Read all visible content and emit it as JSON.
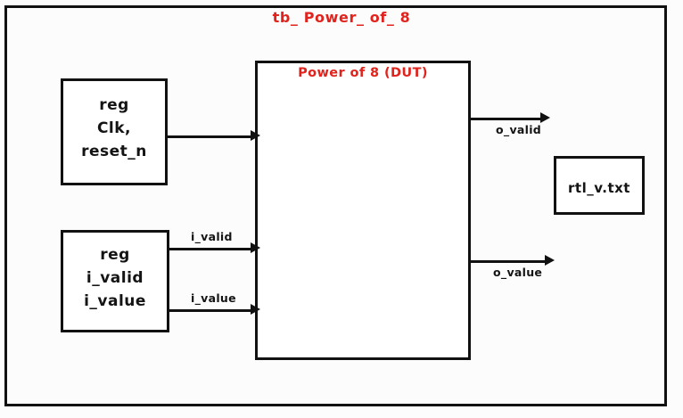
{
  "diagram": {
    "title": "tb_ Power_ of_ 8",
    "accent_color": "#e0231c",
    "ink_color": "#141414",
    "dut": {
      "title": "Power of 8 (DUT)"
    },
    "blocks": [
      {
        "name": "reg-clk",
        "lines": [
          "reg",
          "Clk,",
          "reset_n"
        ]
      },
      {
        "name": "reg-input",
        "lines": [
          "reg",
          "i_valid",
          "i_value"
        ]
      },
      {
        "name": "output-file",
        "lines": [
          "rtl_v.txt"
        ]
      }
    ],
    "signals": {
      "clk": "",
      "i_valid": "i_valid",
      "i_value": "i_value",
      "o_valid": "o_valid",
      "o_value": "o_value"
    }
  }
}
